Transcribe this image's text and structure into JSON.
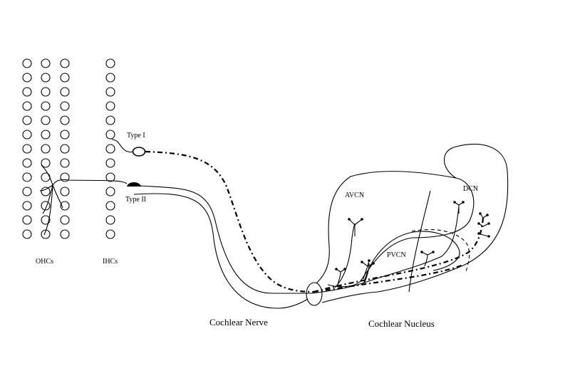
{
  "labels": {
    "type1": "Type I",
    "type2": "Type II",
    "ohcs": "OHCs",
    "ihcs": "IHCs",
    "avcn": "AVCN",
    "pvcn": "PVCN",
    "dcn": "DCN",
    "cochlear_nerve": "Cochlear Nerve",
    "cochlear_nucleus": "Cochlear Nucleus"
  }
}
